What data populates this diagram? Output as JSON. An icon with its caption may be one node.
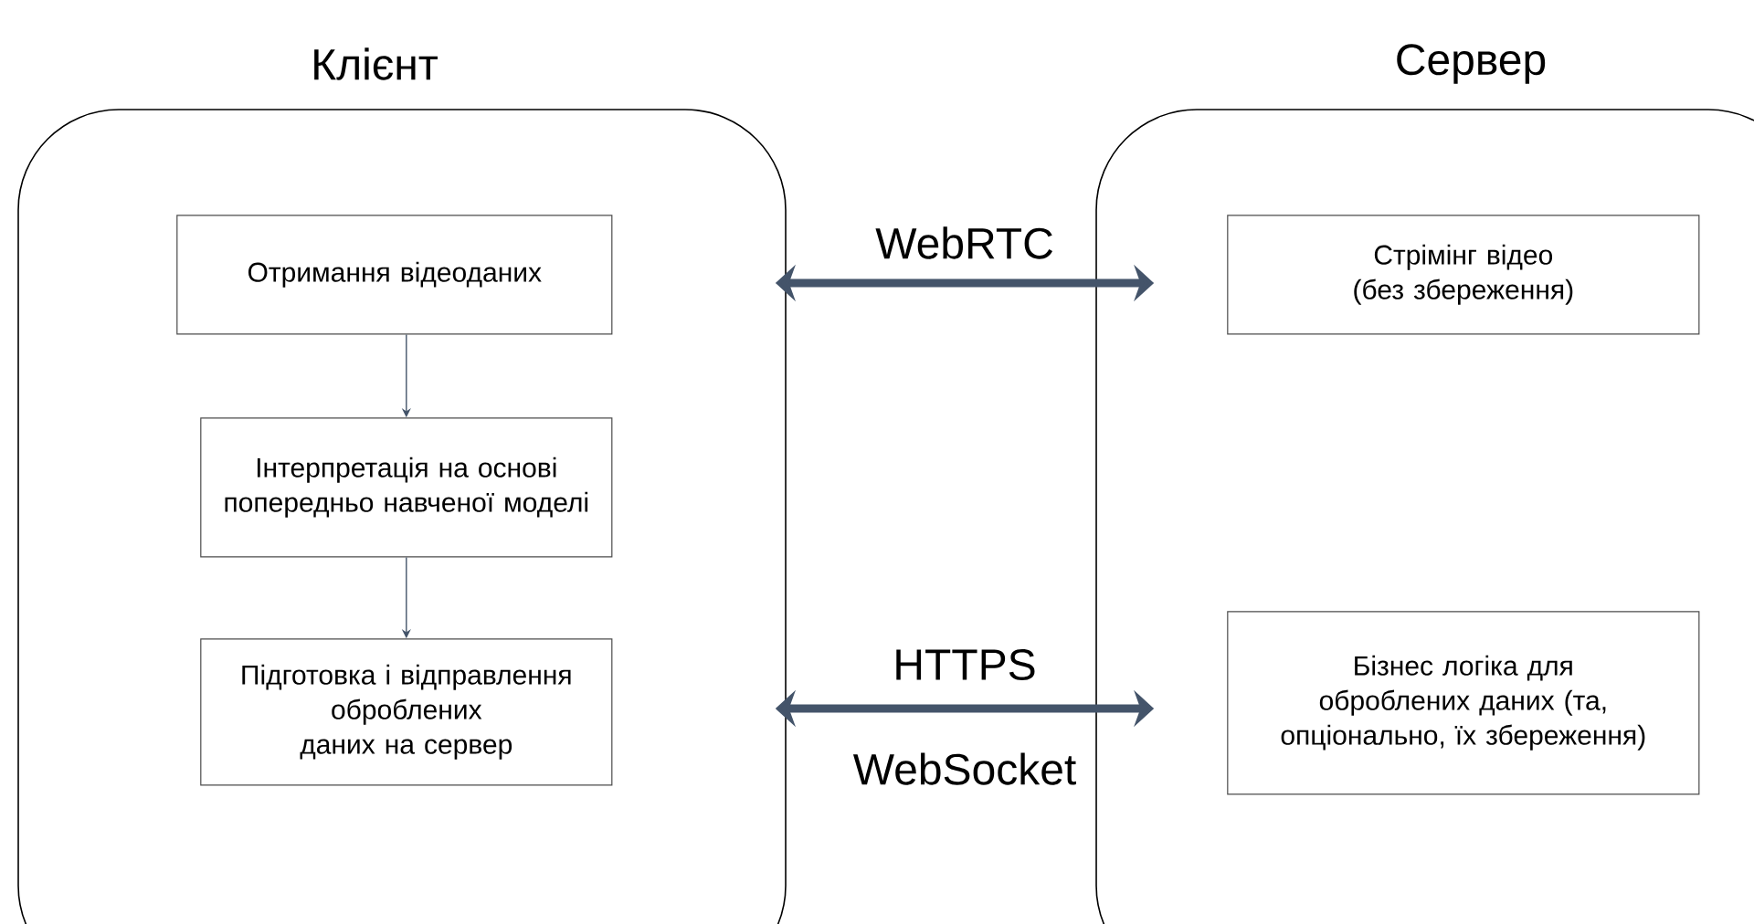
{
  "diagram": {
    "nodes": [
      {
        "text": [
          "Клієнт"
        ]
      },
      {
        "text": [
          "Сервер"
        ]
      },
      {
        "text": [
          "Отримання відеоданих"
        ],
        "in": 0
      },
      {
        "text": [
          "Інтерпретація на основі попередньо навченої моделі"
        ],
        "in": 0
      },
      {
        "text": [
          "Підготовка і відправлення оброблених даних на сервер"
        ],
        "in": 0
      },
      {
        "text": [
          "Стрімінг відео (без збереження)"
        ],
        "in": 1
      },
      {
        "text": [
          "Бізнес логіка для оброблених даних (та, опціонально, їх збереження)"
        ],
        "in": 1
      }
    ],
    "edges": [
      {
        "from": 2,
        "to": 3,
        "arrow": "to"
      },
      {
        "from": 3,
        "to": 4,
        "arrow": "to"
      },
      {
        "from": 0,
        "to": 1,
        "arrow": "both",
        "label": "WebRTC",
        "style": "thick"
      },
      {
        "from": 0,
        "to": 1,
        "arrow": "both",
        "label": "HTTPS",
        "style": "thick"
      }
    ],
    "labels": [
      "WebSocket"
    ]
  }
}
